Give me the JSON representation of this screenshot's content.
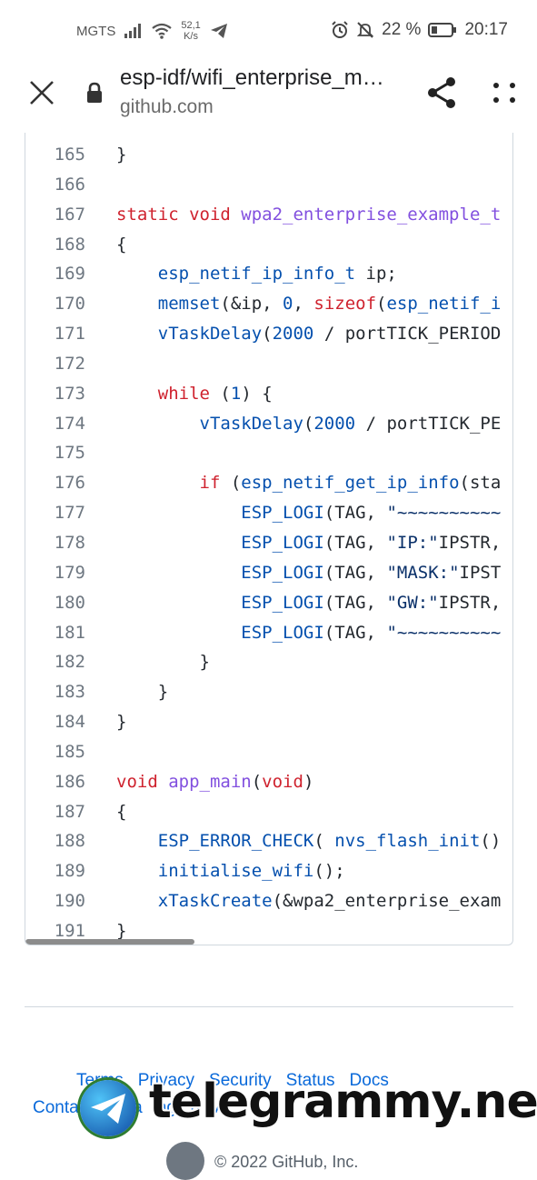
{
  "status_bar": {
    "carrier": "MGTS",
    "net_speed_value": "52,1",
    "net_speed_unit": "K/s",
    "battery": "22 %",
    "time": "20:17"
  },
  "browser": {
    "title": "esp-idf/wifi_enterprise_m…",
    "domain": "github.com"
  },
  "code": {
    "lines": [
      {
        "n": "165",
        "tokens": [
          [
            "p",
            "}"
          ]
        ]
      },
      {
        "n": "166",
        "tokens": []
      },
      {
        "n": "167",
        "tokens": [
          [
            "kw",
            "static void "
          ],
          [
            "fn",
            "wpa2_enterprise_example_t"
          ]
        ]
      },
      {
        "n": "168",
        "tokens": [
          [
            "p",
            "{"
          ]
        ]
      },
      {
        "n": "169",
        "tokens": [
          [
            "p",
            "    "
          ],
          [
            "id",
            "esp_netif_ip_info_t"
          ],
          [
            "p",
            " ip;"
          ]
        ]
      },
      {
        "n": "170",
        "tokens": [
          [
            "p",
            "    "
          ],
          [
            "id",
            "memset"
          ],
          [
            "p",
            "(&ip, "
          ],
          [
            "id",
            "0"
          ],
          [
            "p",
            ", "
          ],
          [
            "kw",
            "sizeof"
          ],
          [
            "p",
            "("
          ],
          [
            "id",
            "esp_netif_i"
          ]
        ]
      },
      {
        "n": "171",
        "tokens": [
          [
            "p",
            "    "
          ],
          [
            "id",
            "vTaskDelay"
          ],
          [
            "p",
            "("
          ],
          [
            "id",
            "2000"
          ],
          [
            "p",
            " / portTICK_PERIOD"
          ]
        ]
      },
      {
        "n": "172",
        "tokens": []
      },
      {
        "n": "173",
        "tokens": [
          [
            "p",
            "    "
          ],
          [
            "kw",
            "while"
          ],
          [
            "p",
            " ("
          ],
          [
            "id",
            "1"
          ],
          [
            "p",
            ") {"
          ]
        ]
      },
      {
        "n": "174",
        "tokens": [
          [
            "p",
            "        "
          ],
          [
            "id",
            "vTaskDelay"
          ],
          [
            "p",
            "("
          ],
          [
            "id",
            "2000"
          ],
          [
            "p",
            " / portTICK_PE"
          ]
        ]
      },
      {
        "n": "175",
        "tokens": []
      },
      {
        "n": "176",
        "tokens": [
          [
            "p",
            "        "
          ],
          [
            "kw",
            "if"
          ],
          [
            "p",
            " ("
          ],
          [
            "id",
            "esp_netif_get_ip_info"
          ],
          [
            "p",
            "(sta"
          ]
        ]
      },
      {
        "n": "177",
        "tokens": [
          [
            "p",
            "            "
          ],
          [
            "id",
            "ESP_LOGI"
          ],
          [
            "p",
            "(TAG, "
          ],
          [
            "str",
            "\"~~~~~~~~~~"
          ]
        ]
      },
      {
        "n": "178",
        "tokens": [
          [
            "p",
            "            "
          ],
          [
            "id",
            "ESP_LOGI"
          ],
          [
            "p",
            "(TAG, "
          ],
          [
            "str",
            "\"IP:\""
          ],
          [
            "p",
            "IPSTR,"
          ]
        ]
      },
      {
        "n": "179",
        "tokens": [
          [
            "p",
            "            "
          ],
          [
            "id",
            "ESP_LOGI"
          ],
          [
            "p",
            "(TAG, "
          ],
          [
            "str",
            "\"MASK:\""
          ],
          [
            "p",
            "IPST"
          ]
        ]
      },
      {
        "n": "180",
        "tokens": [
          [
            "p",
            "            "
          ],
          [
            "id",
            "ESP_LOGI"
          ],
          [
            "p",
            "(TAG, "
          ],
          [
            "str",
            "\"GW:\""
          ],
          [
            "p",
            "IPSTR,"
          ]
        ]
      },
      {
        "n": "181",
        "tokens": [
          [
            "p",
            "            "
          ],
          [
            "id",
            "ESP_LOGI"
          ],
          [
            "p",
            "(TAG, "
          ],
          [
            "str",
            "\"~~~~~~~~~~"
          ]
        ]
      },
      {
        "n": "182",
        "tokens": [
          [
            "p",
            "        }"
          ]
        ]
      },
      {
        "n": "183",
        "tokens": [
          [
            "p",
            "    }"
          ]
        ]
      },
      {
        "n": "184",
        "tokens": [
          [
            "p",
            "}"
          ]
        ]
      },
      {
        "n": "185",
        "tokens": []
      },
      {
        "n": "186",
        "tokens": [
          [
            "kw",
            "void "
          ],
          [
            "fn",
            "app_main"
          ],
          [
            "p",
            "("
          ],
          [
            "kw",
            "void"
          ],
          [
            "p",
            ")"
          ]
        ]
      },
      {
        "n": "187",
        "tokens": [
          [
            "p",
            "{"
          ]
        ]
      },
      {
        "n": "188",
        "tokens": [
          [
            "p",
            "    "
          ],
          [
            "id",
            "ESP_ERROR_CHECK"
          ],
          [
            "p",
            "( "
          ],
          [
            "id",
            "nvs_flash_init"
          ],
          [
            "p",
            "()"
          ]
        ]
      },
      {
        "n": "189",
        "tokens": [
          [
            "p",
            "    "
          ],
          [
            "id",
            "initialise_wifi"
          ],
          [
            "p",
            "();"
          ]
        ]
      },
      {
        "n": "190",
        "tokens": [
          [
            "p",
            "    "
          ],
          [
            "id",
            "xTaskCreate"
          ],
          [
            "p",
            "(&wpa2_enterprise_exam"
          ]
        ]
      },
      {
        "n": "191",
        "tokens": [
          [
            "p",
            "}"
          ]
        ]
      }
    ]
  },
  "footer": {
    "links_row1": [
      "Terms",
      "Privacy",
      "Security",
      "Status",
      "Docs"
    ],
    "links_row2": [
      "Conta",
      "ub",
      "ra",
      "ng",
      "g",
      "A"
    ],
    "copyright": "© 2022 GitHub, Inc."
  },
  "watermark": "telegrammy.net",
  "colors": {
    "keyword": "#cf222e",
    "function": "#8250df",
    "identifier": "#0550ae",
    "string": "#0a3069",
    "link": "#0969da"
  }
}
